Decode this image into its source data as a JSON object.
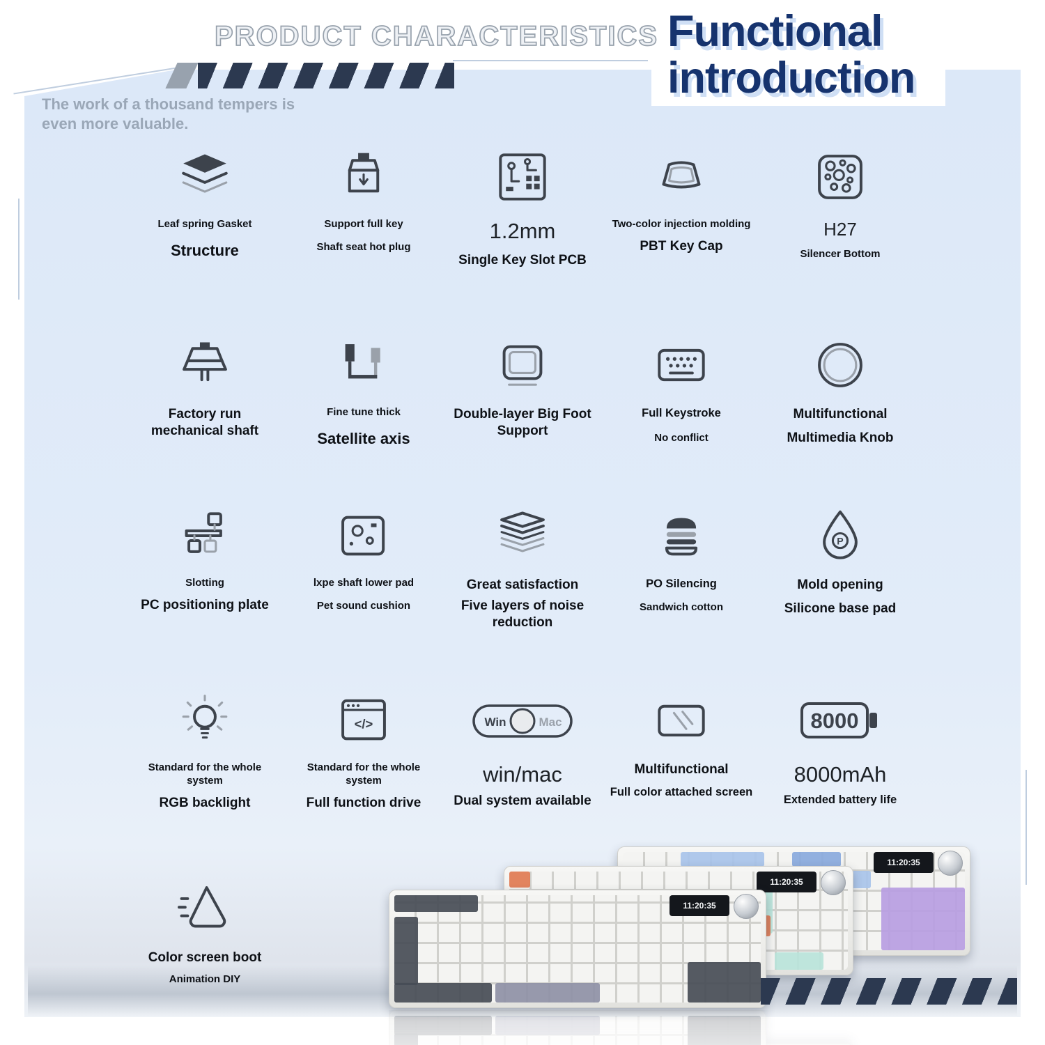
{
  "colors": {
    "navy": "#16336e",
    "panel_blue": "#dce8f8",
    "stripe_navy": "#2c3950"
  },
  "header": {
    "eyebrow": "PRODUCT CHARACTERISTICS",
    "title_line1": "Functional",
    "title_line2": "introduction",
    "tagline_line1": "The work of a thousand tempers is",
    "tagline_line2": "even more valuable."
  },
  "features": [
    {
      "label1": "Leaf spring Gasket",
      "label2": "Structure"
    },
    {
      "label1": "Support full key",
      "label2": "Shaft seat hot plug"
    },
    {
      "label1": "1.2mm",
      "label2": "Single Key Slot PCB"
    },
    {
      "label1": "Two-color injection molding",
      "label2": "PBT Key Cap"
    },
    {
      "label1": "H27",
      "label2": "Silencer Bottom"
    },
    {
      "label1": "Factory run mechanical shaft",
      "label2": ""
    },
    {
      "label1": "Fine tune thick",
      "label2": "Satellite axis"
    },
    {
      "label1": "Double-layer Big Foot Support",
      "label2": ""
    },
    {
      "label1": "Full Keystroke",
      "label2": "No conflict"
    },
    {
      "label1": "Multifunctional",
      "label2": "Multimedia Knob"
    },
    {
      "label1": "Slotting",
      "label2": "PC positioning plate"
    },
    {
      "label1": "lxpe shaft lower pad",
      "label2": "Pet sound cushion"
    },
    {
      "label1": "Great satisfaction",
      "label2": "Five layers of noise reduction"
    },
    {
      "label1": "PO Silencing",
      "label2": "Sandwich cotton"
    },
    {
      "label1": "Mold opening",
      "label2": "Silicone base pad"
    },
    {
      "label1": "Standard for the whole system",
      "label2": "RGB backlight"
    },
    {
      "label1": "Standard for the whole system",
      "label2": "Full function drive"
    },
    {
      "label1": "win/mac",
      "label2": "Dual system available"
    },
    {
      "label1": "Multifunctional",
      "label2": "Full color attached screen"
    },
    {
      "label1": "8000mAh",
      "label2": "Extended battery life"
    },
    {
      "label1": "Color screen boot",
      "label2": "Animation DIY"
    }
  ],
  "icon_text": {
    "drop_letter": "P",
    "code_glyph": "</>",
    "toggle_win": "Win",
    "toggle_mac": "Mac",
    "battery_value": "8000",
    "screen_time": "11:20:35"
  }
}
